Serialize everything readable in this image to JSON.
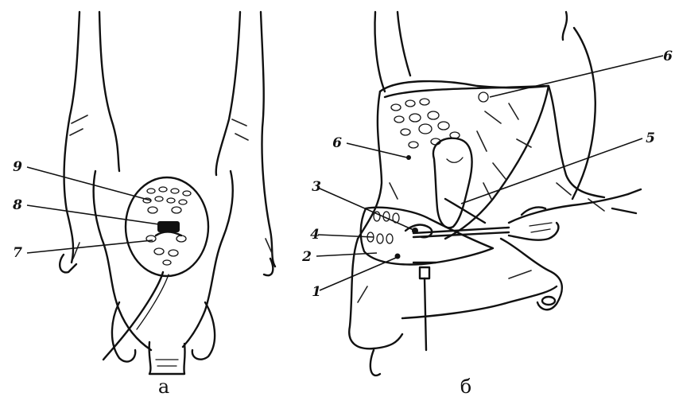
{
  "panels": [
    {
      "caption": "а"
    },
    {
      "caption": "б"
    }
  ],
  "labels_a": [
    "9",
    "8",
    "7"
  ],
  "labels_b": [
    "6",
    "6",
    "5",
    "3",
    "4",
    "2",
    "1"
  ]
}
